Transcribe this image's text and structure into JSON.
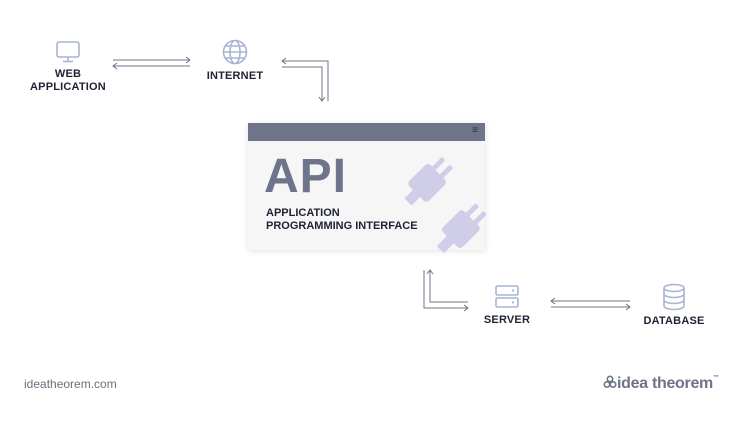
{
  "nodes": {
    "web_application": {
      "label_line1": "WEB",
      "label_line2": "APPLICATION",
      "icon": "monitor-icon"
    },
    "internet": {
      "label": "INTERNET",
      "icon": "globe-icon"
    },
    "server": {
      "label": "SERVER",
      "icon": "server-icon"
    },
    "database": {
      "label": "DATABASE",
      "icon": "database-icon"
    }
  },
  "api": {
    "title": "API",
    "subtitle_line1": "APPLICATION",
    "subtitle_line2": "PROGRAMMING INTERFACE",
    "menu_glyph": "≡",
    "icon": "plug-icon"
  },
  "footer": {
    "url": "ideatheorem.com",
    "logo_text": "idea theorem",
    "logo_tm": "™"
  },
  "colors": {
    "accent": "#6e7489",
    "icon_blue": "#a9b3d6",
    "plug": "#c9c6e6",
    "text_dark": "#1e2233",
    "arrow": "#6e7489"
  }
}
